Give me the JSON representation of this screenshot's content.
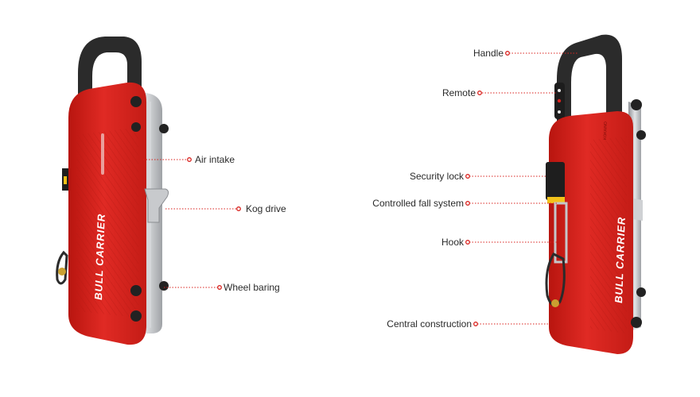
{
  "product": {
    "brand_text": "BULL CARRIER",
    "small_mark": "KOKAINO"
  },
  "colors": {
    "body_red": "#d9231f",
    "body_dark_red": "#a5140f",
    "handle": "#2b2b2b",
    "frame": "#b9bcc0",
    "accent_yellow": "#f2c21a",
    "callout": "#d9231f"
  },
  "callouts_left": [
    {
      "label": "Air intake"
    },
    {
      "label": "Kog drive"
    },
    {
      "label": "Wheel baring"
    }
  ],
  "callouts_right": [
    {
      "label": "Handle"
    },
    {
      "label": "Remote"
    },
    {
      "label": "Security lock"
    },
    {
      "label": "Controlled fall system"
    },
    {
      "label": "Hook"
    },
    {
      "label": "Central construction"
    }
  ]
}
